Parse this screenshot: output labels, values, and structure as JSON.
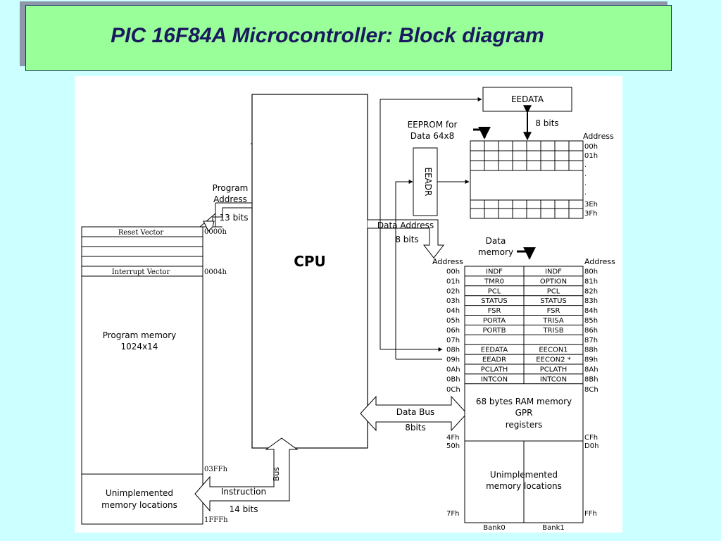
{
  "title": "PIC 16F84A Microcontroller: Block diagram",
  "diagram": {
    "cpu_label": "CPU",
    "eedata_label": "EEDATA",
    "eeadr_label": "EEADR",
    "eeprom_label_line1": "EEPROM for",
    "eeprom_label_line2": "Data 64x8",
    "eeprom_bits": "8 bits",
    "eeprom_address_header": "Address",
    "eeprom_addresses": [
      "00h",
      "01h",
      ".",
      ".",
      ".",
      ".",
      "3Eh",
      "3Fh"
    ],
    "program_address_line1": "Program",
    "program_address_line2": "Address",
    "program_bits": "13 bits",
    "data_address_label": "Data Address",
    "data_address_bits": "8 bits",
    "data_memory_line1": "Data",
    "data_memory_line2": "memory",
    "data_bus_line1": "Data Bus",
    "data_bus_line2": "8bits",
    "bus_label": "Bus",
    "instruction_label": "Instruction",
    "instruction_bits": "14 bits",
    "program_memory": {
      "reset_vector": "Reset Vector",
      "interrupt_vector": "Interrupt Vector",
      "label_line1": "Program memory",
      "label_line2": "1024x14",
      "unimpl_line1": "Unimplemented",
      "unimpl_line2": "memory locations",
      "addr_0000": "0000h",
      "addr_0004": "0004h",
      "addr_03ff": "03FFh",
      "addr_1fff": "1FFFh"
    },
    "register_file": {
      "address_header_left": "Address",
      "address_header_right": "Address",
      "rows": [
        {
          "left_addr": "00h",
          "bank0": "INDF",
          "bank1": "INDF",
          "right_addr": "80h"
        },
        {
          "left_addr": "01h",
          "bank0": "TMR0",
          "bank1": "OPTION",
          "right_addr": "81h"
        },
        {
          "left_addr": "02h",
          "bank0": "PCL",
          "bank1": "PCL",
          "right_addr": "82h"
        },
        {
          "left_addr": "03h",
          "bank0": "STATUS",
          "bank1": "STATUS",
          "right_addr": "83h"
        },
        {
          "left_addr": "04h",
          "bank0": "FSR",
          "bank1": "FSR",
          "right_addr": "84h"
        },
        {
          "left_addr": "05h",
          "bank0": "PORTA",
          "bank1": "TRISA",
          "right_addr": "85h"
        },
        {
          "left_addr": "06h",
          "bank0": "PORTB",
          "bank1": "TRISB",
          "right_addr": "86h"
        },
        {
          "left_addr": "07h",
          "bank0": "",
          "bank1": "",
          "right_addr": "87h"
        },
        {
          "left_addr": "08h",
          "bank0": "EEDATA",
          "bank1": "EECON1",
          "right_addr": "88h"
        },
        {
          "left_addr": "09h",
          "bank0": "EEADR",
          "bank1": "EECON2 *",
          "right_addr": "89h"
        },
        {
          "left_addr": "0Ah",
          "bank0": "PCLATH",
          "bank1": "PCLATH",
          "right_addr": "8Ah"
        },
        {
          "left_addr": "0Bh",
          "bank0": "INTCON",
          "bank1": "INTCON",
          "right_addr": "8Bh"
        }
      ],
      "gpr_left_addr": "0Ch",
      "gpr_right_addr": "8Ch",
      "gpr_line1": "68 bytes RAM memory",
      "gpr_line2": "GPR",
      "gpr_line3": "registers",
      "gpr_end_left": "4Fh",
      "gpr_end_right": "CFh",
      "unimpl_start_left": "50h",
      "unimpl_start_right": "D0h",
      "unimpl_line1": "Unimplemented",
      "unimpl_line2": "memory locations",
      "end_left": "7Fh",
      "end_right": "FFh",
      "bank0_label": "Bank0",
      "bank1_label": "Bank1"
    }
  }
}
